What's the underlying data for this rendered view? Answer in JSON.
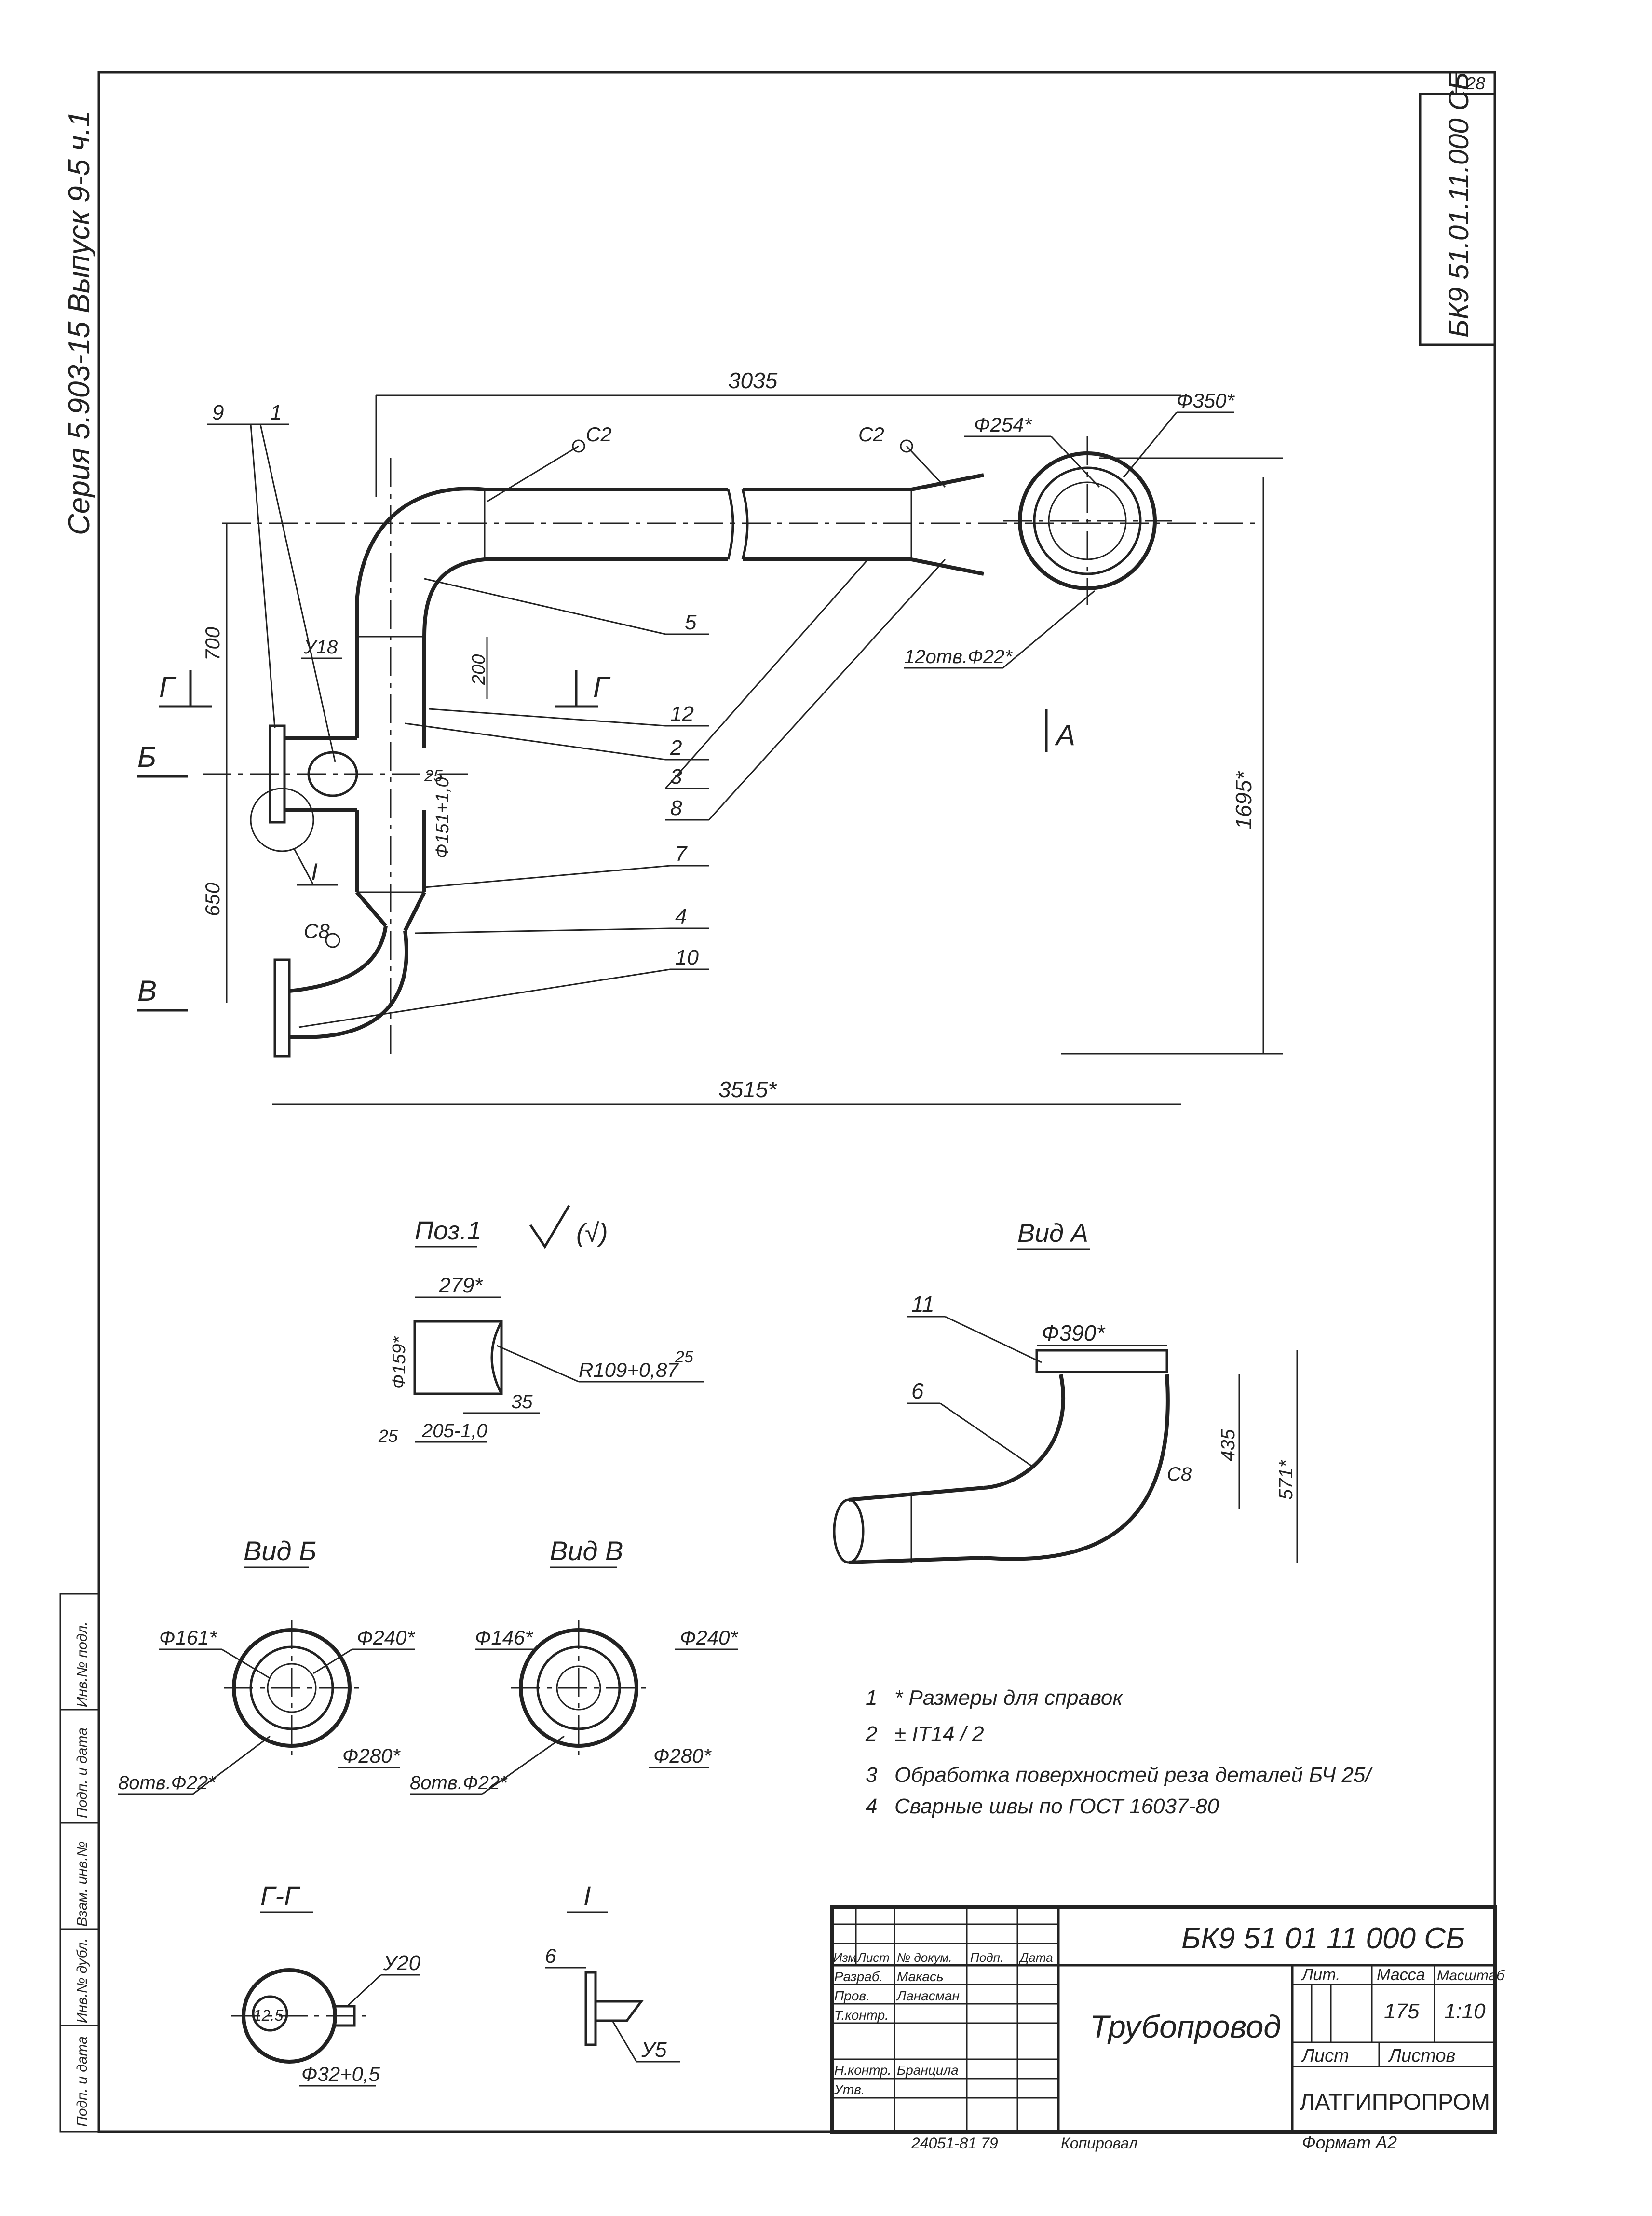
{
  "sheet": {
    "corner_number": "28",
    "side_label": "Серия 5.903-15  Выпуск 9-5 ч.1",
    "vertical_code": "БК9 51.01.11.000 СБ",
    "left_strip": [
      "Инв.№ подл.",
      "Подп. и дата",
      "Взам. инв.№",
      "Инв.№ дубл.",
      "Подп. и дата"
    ]
  },
  "main_view": {
    "dims": {
      "d3035": "3035",
      "d3515": "3515*",
      "d1695": "1695*",
      "d700": "700",
      "d650": "650",
      "d200": "200",
      "d25": "25",
      "phi151": "Ф151+1,0",
      "phi254": "Ф254*",
      "phi350": "Ф350*",
      "holes": "12отв.Ф22*",
      "u18": "У18"
    },
    "welds": {
      "c2a": "С2",
      "c2b": "С2",
      "c8": "С8"
    },
    "positions": [
      "9",
      "1",
      "5",
      "12",
      "2",
      "3",
      "8",
      "7",
      "4",
      "10"
    ],
    "section_marks": {
      "g_left": "Г",
      "g_right": "Г",
      "b": "Б",
      "v": "В",
      "one": "I",
      "arrow_a": "А"
    }
  },
  "poz1": {
    "title": "Поз.1",
    "roughness": "(√)",
    "d279": "279*",
    "phi159": "Ф159*",
    "r109": "R109+0,87",
    "r109_rough": "25",
    "d35": "35",
    "d205": "205-1,0",
    "rough25": "25"
  },
  "vid_a": {
    "title": "Вид А",
    "pos11": "11",
    "pos6": "6",
    "phi390": "Ф390*",
    "d435": "435",
    "d571": "571*",
    "c8": "С8"
  },
  "vid_b": {
    "title": "Вид Б",
    "phi161": "Ф161*",
    "phi240": "Ф240*",
    "phi280": "Ф280*",
    "holes": "8отв.Ф22*"
  },
  "vid_v": {
    "title": "Вид В",
    "phi146": "Ф146*",
    "phi240": "Ф240*",
    "phi280": "Ф280*",
    "holes": "8отв.Ф22*"
  },
  "section_gg": {
    "title": "Г-Г",
    "u20": "У20",
    "label": "12.5",
    "phi32": "Ф32+0,5"
  },
  "section_i": {
    "title": "I",
    "d6": "6",
    "u5": "У5"
  },
  "notes": [
    {
      "num": "1",
      "text": "* Размеры для справок"
    },
    {
      "num": "2",
      "text": "± IT14 / 2"
    },
    {
      "num": "3",
      "text": "Обработка поверхностей реза деталей БЧ 25/"
    },
    {
      "num": "4",
      "text": "Сварные швы по ГОСТ 16037-80"
    }
  ],
  "title_block": {
    "code": "БК9 51 01 11 000 СБ",
    "name": "Трубопровод",
    "lit": "Лит.",
    "mass_label": "Масса",
    "scale_label": "Масштаб",
    "mass": "175",
    "scale": "1:10",
    "sheet_label": "Лист",
    "sheets_label": "Листов",
    "org": "ЛАТГИПРОПРОМ",
    "header_cells": [
      "Изм",
      "Лист",
      "№ докум.",
      "Подп.",
      "Дата"
    ],
    "rows": [
      {
        "role": "Разраб.",
        "name": "Макась"
      },
      {
        "role": "Пров.",
        "name": "Ланасман"
      },
      {
        "role": "Т.контр.",
        "name": ""
      },
      {
        "role": "Н.контр.",
        "name": "Бранцила"
      },
      {
        "role": "Утв.",
        "name": ""
      }
    ],
    "footer_left": "24051-81  79",
    "footer_mid": "Копировал",
    "footer_right": "Формат А2"
  }
}
